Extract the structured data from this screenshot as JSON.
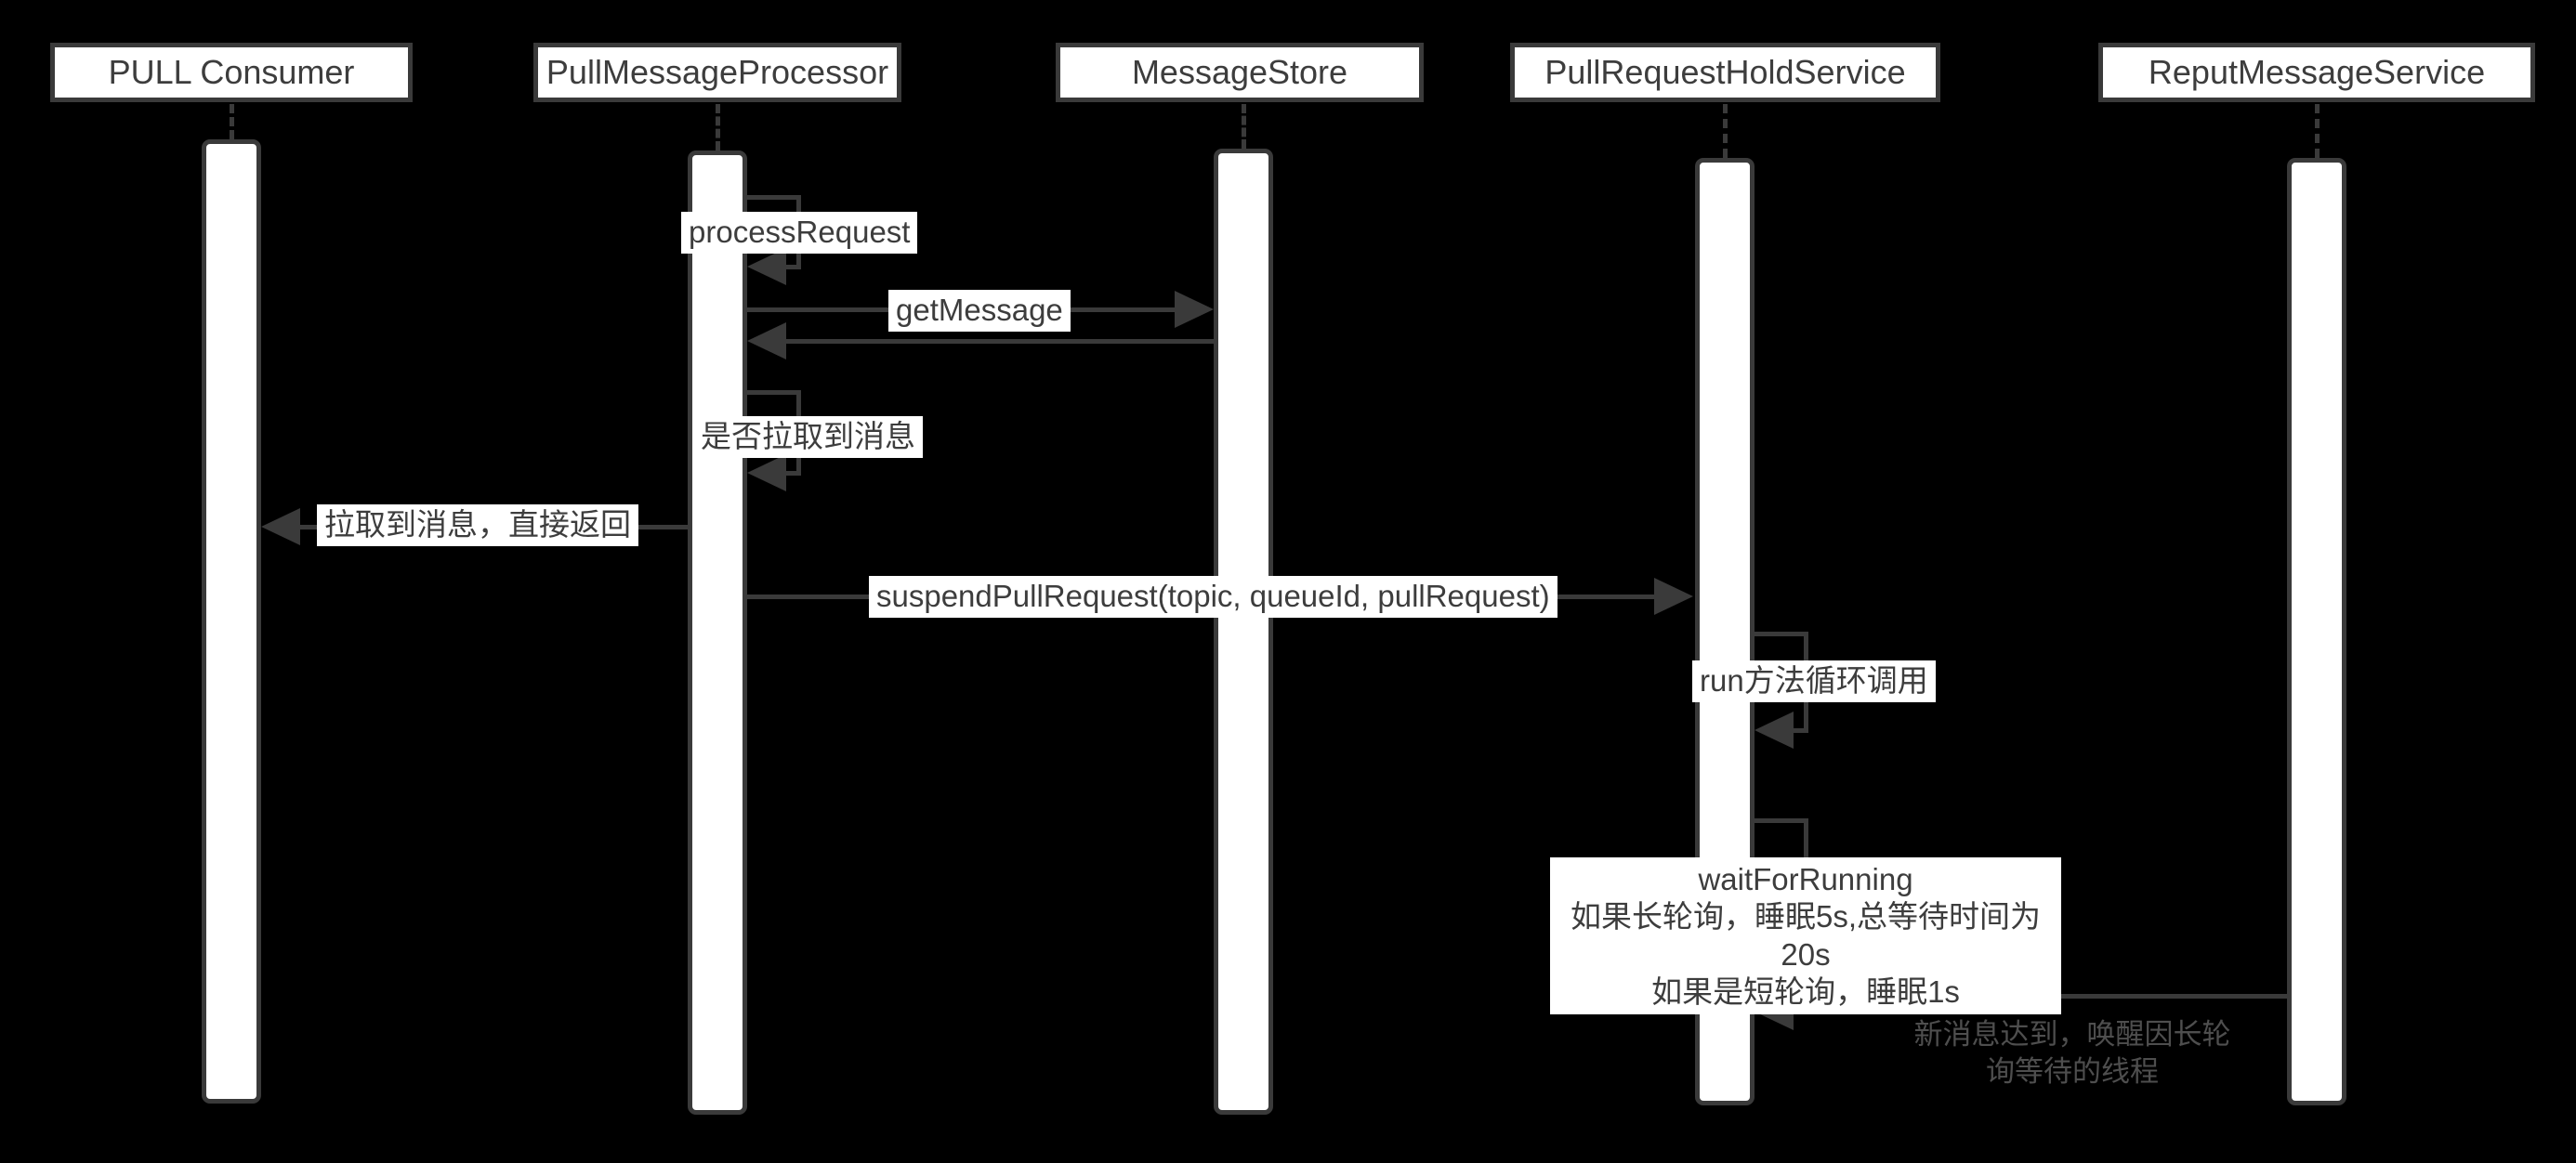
{
  "colors": {
    "background": "#000000",
    "box_fill": "#ffffff",
    "line": "#3a3a3a",
    "text": "#3d3d3d",
    "muted_text": "#4e4e4e"
  },
  "participants": [
    {
      "name": "PULL Consumer"
    },
    {
      "name": "PullMessageProcessor"
    },
    {
      "name": "MessageStore"
    },
    {
      "name": "PullRequestHoldService"
    },
    {
      "name": "ReputMessageService"
    }
  ],
  "messages": {
    "process_request": "processRequest",
    "get_message": "getMessage",
    "is_pulled": "是否拉取到消息",
    "pulled_direct_return": "拉取到消息，直接返回",
    "suspend_pull_request": "suspendPullRequest(topic, queueId, pullRequest)",
    "run_loop": "run方法循环调用"
  },
  "wait_note": {
    "line1": "waitForRunning",
    "line2": "如果长轮询，睡眠5s,总等待时间为20s",
    "line3": "如果是短轮询，睡眠1s"
  },
  "wake_note": {
    "line1": "新消息达到，唤醒因长轮",
    "line2": "询等待的线程"
  }
}
